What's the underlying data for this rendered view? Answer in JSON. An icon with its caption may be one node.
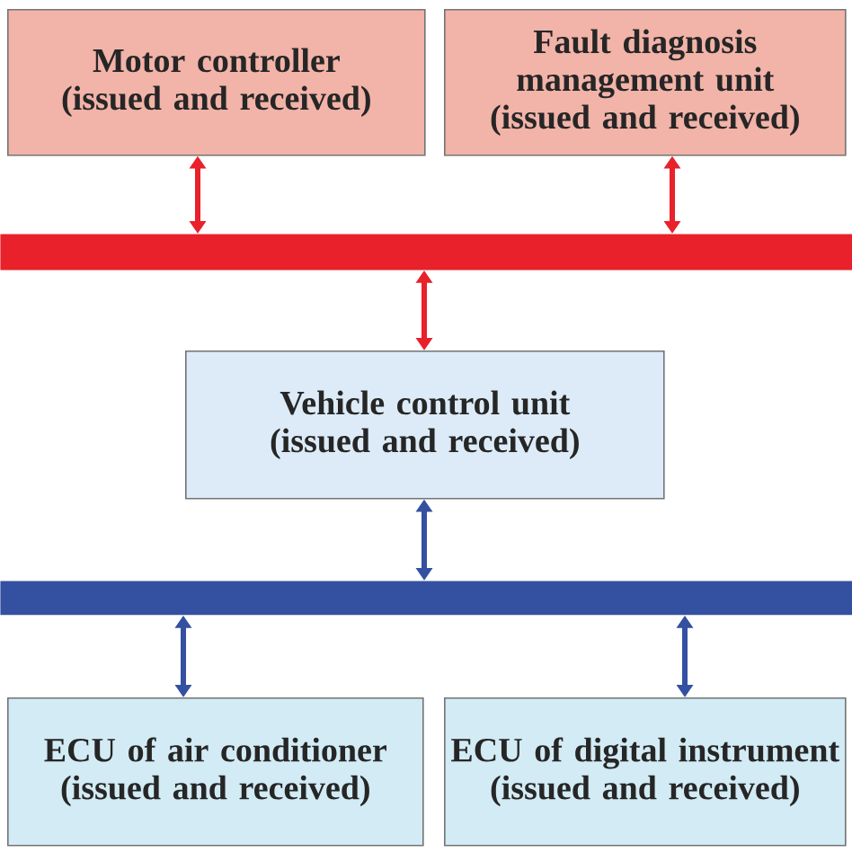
{
  "diagram": {
    "nodes": [
      {
        "text": [
          "Motor controller (issued and received)"
        ]
      },
      {
        "text": [
          "Fault diagnosis management unit (issued and received)"
        ]
      },
      {
        "text": [],
        "shape": "bar"
      },
      {
        "text": [
          "Vehicle control unit (issued and received)"
        ]
      },
      {
        "text": [],
        "shape": "bar"
      },
      {
        "text": [
          "ECU of air conditioner (issued and received)"
        ]
      },
      {
        "text": [
          "ECU of digital instrument (issued and received)"
        ]
      }
    ],
    "edges": [
      {
        "from": 0,
        "to": 2,
        "arrow": "both",
        "color": "#e8212a"
      },
      {
        "from": 1,
        "to": 2,
        "arrow": "both",
        "color": "#e8212a"
      },
      {
        "from": 2,
        "to": 3,
        "arrow": "both",
        "color": "#e8212a"
      },
      {
        "from": 3,
        "to": 4,
        "arrow": "both",
        "color": "#3450a0"
      },
      {
        "from": 4,
        "to": 5,
        "arrow": "both",
        "color": "#3450a0"
      },
      {
        "from": 4,
        "to": 6,
        "arrow": "both",
        "color": "#3450a0"
      }
    ]
  }
}
